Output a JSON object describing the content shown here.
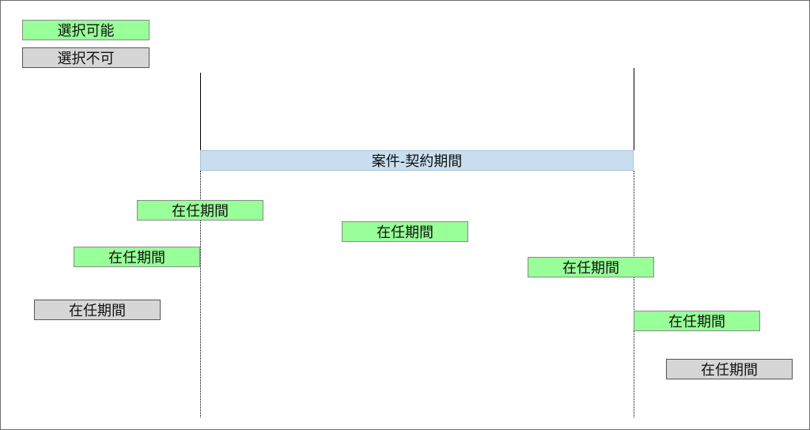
{
  "legend": {
    "selectable": {
      "label": "選択可能",
      "color": "#99ff99"
    },
    "unselectable": {
      "label": "選択不可",
      "color": "#d6d6d6"
    }
  },
  "contract_period": {
    "label": "案件-契約期間",
    "color": "#c9dff0"
  },
  "tenures": [
    {
      "label": "在任期間",
      "status": "selectable"
    },
    {
      "label": "在任期間",
      "status": "selectable"
    },
    {
      "label": "在任期間",
      "status": "selectable"
    },
    {
      "label": "在任期間",
      "status": "unselectable"
    },
    {
      "label": "在任期間",
      "status": "selectable"
    },
    {
      "label": "在任期間",
      "status": "selectable"
    },
    {
      "label": "在任期間",
      "status": "unselectable"
    }
  ]
}
